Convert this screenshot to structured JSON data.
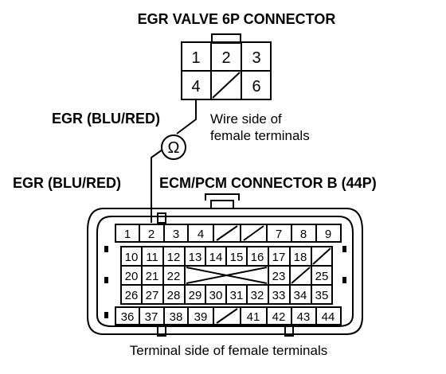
{
  "egr_connector": {
    "title": "EGR VALVE 6P CONNECTOR",
    "pins": {
      "p1": "1",
      "p2": "2",
      "p3": "3",
      "p4": "4",
      "p6": "6"
    }
  },
  "labels": {
    "wire_side": [
      "Wire side of",
      "female terminals"
    ],
    "egr_wire_upper": "EGR (BLU/RED)",
    "egr_wire_lower": "EGR (BLU/RED)",
    "ecm_connector": "ECM/PCM CONNECTOR B (44P)",
    "terminal_side": "Terminal side of female terminals",
    "ohm_symbol": "Ω"
  },
  "ecm_connector": {
    "row1": [
      "1",
      "2",
      "3",
      "4",
      "",
      "",
      "7",
      "8",
      "9"
    ],
    "row2": [
      "10",
      "11",
      "12",
      "13",
      "14",
      "15",
      "16",
      "17",
      "18"
    ],
    "row3": [
      "20",
      "21",
      "22",
      "23",
      "25"
    ],
    "row4": [
      "26",
      "27",
      "28",
      "29",
      "30",
      "31",
      "32",
      "33",
      "34",
      "35"
    ],
    "row5": [
      "36",
      "37",
      "38",
      "39",
      "41",
      "42",
      "43",
      "44"
    ]
  }
}
